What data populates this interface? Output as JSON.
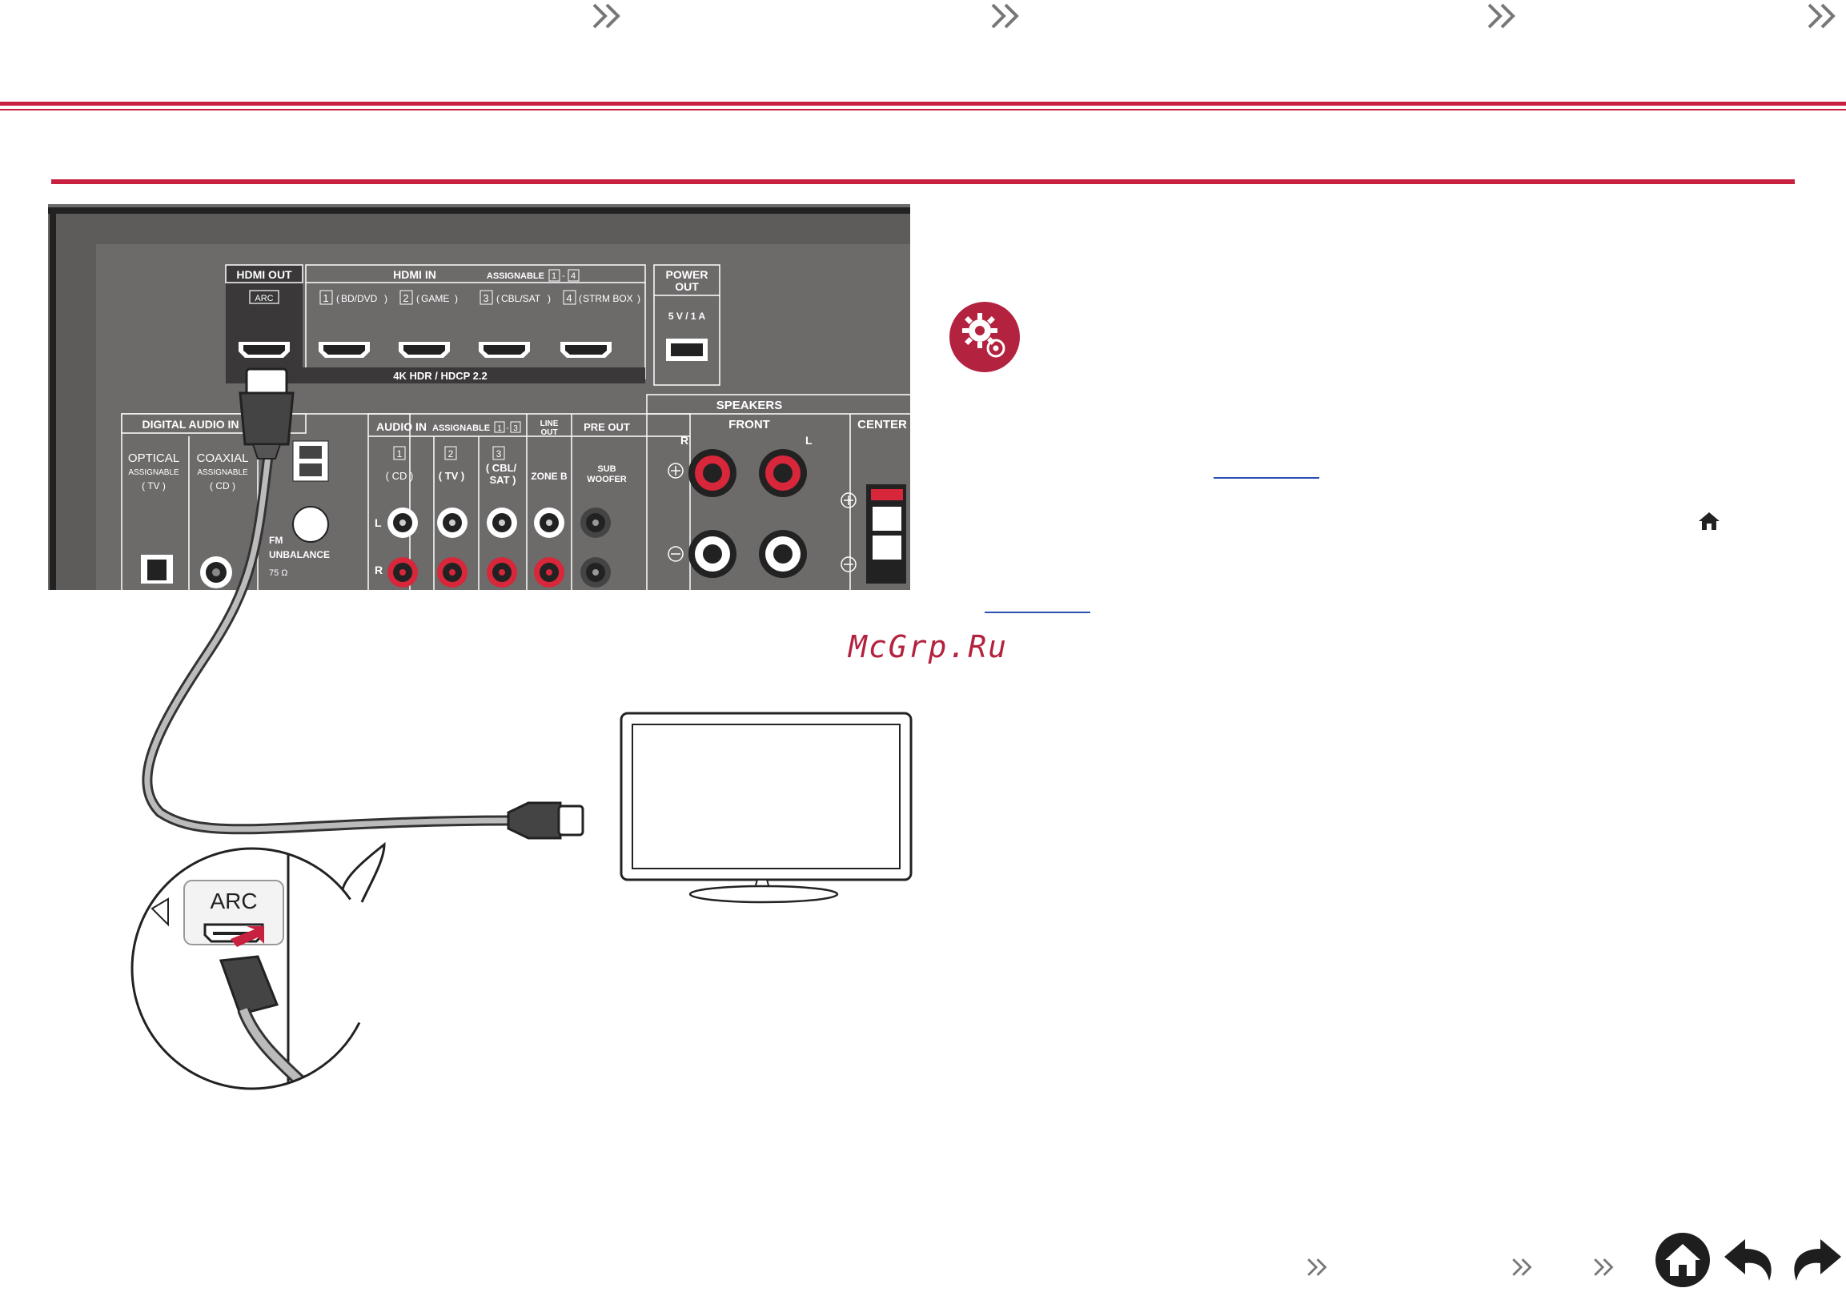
{
  "page": {
    "watermark": "McGrp.Ru"
  },
  "colors": {
    "accent": "#c8203f",
    "panel": "#6d6a6a",
    "panel_dark": "#3a3838",
    "link": "#2a4fb0",
    "badge": "#b3223f"
  },
  "receiver_panel": {
    "hdmi_out": {
      "title": "HDMI OUT",
      "arc_label": "ARC"
    },
    "hdmi_in": {
      "title": "HDMI IN",
      "assignable": "ASSIGNABLE",
      "range_start": "1",
      "range_end": "4",
      "inputs": [
        {
          "num": "1",
          "name": "BD/DVD"
        },
        {
          "num": "2",
          "name": "GAME"
        },
        {
          "num": "3",
          "name": "CBL/SAT"
        },
        {
          "num": "4",
          "name": "STRM BOX"
        }
      ],
      "footer": "4K HDR / HDCP 2.2"
    },
    "power_out": {
      "title_1": "POWER",
      "title_2": "OUT",
      "rating": "5 V / 1 A"
    },
    "digital_audio_in": {
      "title": "DIGITAL AUDIO IN",
      "optical": {
        "label": "OPTICAL",
        "assignable": "ASSIGNABLE",
        "source": "( TV )"
      },
      "coaxial": {
        "label": "COAXIAL",
        "assignable": "ASSIGNABLE",
        "source": "( CD )"
      }
    },
    "fm": {
      "label_1": "FM",
      "label_2": "UNBALANCE",
      "impedance": "75 Ω"
    },
    "audio_in": {
      "title": "AUDIO IN",
      "assignable": "ASSIGNABLE",
      "range_start": "1",
      "range_end": "3",
      "channels": [
        {
          "num": "1",
          "name": "( CD )"
        },
        {
          "num": "2",
          "name": "( TV )"
        },
        {
          "num": "3",
          "name_1": "( CBL/",
          "name_2": "SAT )"
        }
      ],
      "line_out_1": "LINE",
      "line_out_2": "OUT",
      "zone_b": "ZONE B",
      "pre_out": "PRE OUT",
      "sub_1": "SUB",
      "sub_2": "WOOFER",
      "left": "L",
      "right": "R"
    },
    "speakers": {
      "title": "SPEAKERS",
      "front": "FRONT",
      "center": "CENTER",
      "right": "R",
      "left": "L"
    }
  },
  "inset": {
    "arc_label": "ARC"
  },
  "nav": {
    "top_chevrons": [
      "»",
      "»",
      "»",
      "»"
    ],
    "bottom_chevrons": [
      "»",
      "»",
      "»"
    ]
  }
}
